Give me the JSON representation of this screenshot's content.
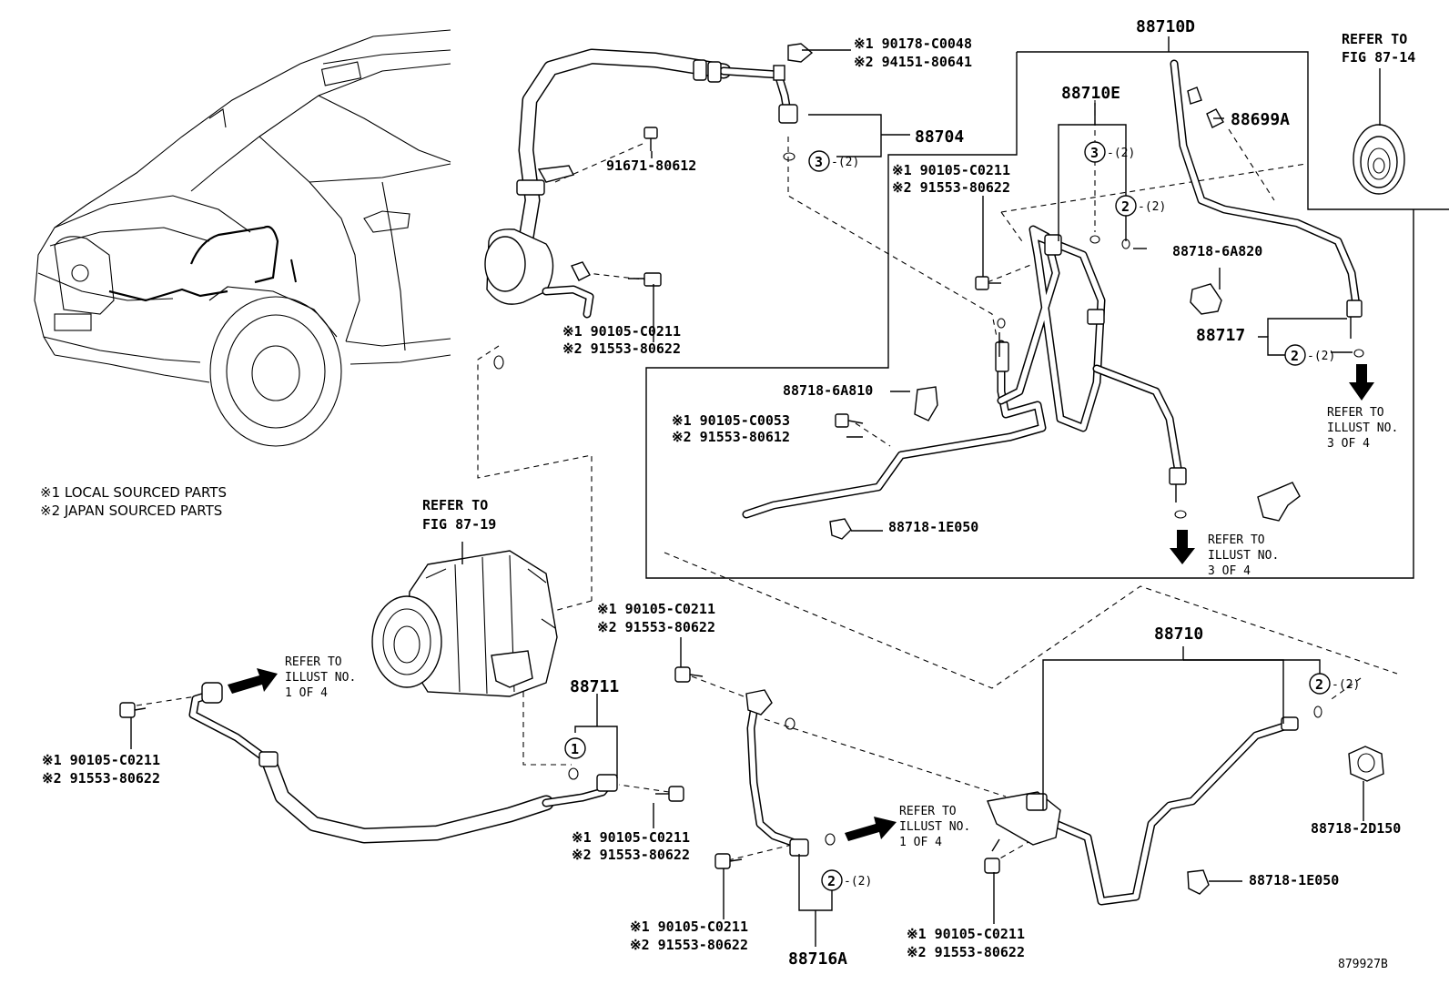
{
  "notes": {
    "local": "※1 LOCAL SOURCED PARTS",
    "japan": "※2 JAPAN SOURCED PARTS"
  },
  "drawing_number": "879927B",
  "callouts": {
    "c88710D": "88710D",
    "c88710E": "88710E",
    "c88699A": "88699A",
    "c88704": "88704",
    "c91671": "91671-80612",
    "c6A820": "88718-6A820",
    "c88717": "88717",
    "c6A810": "88718-6A810",
    "c1E050a": "88718-1E050",
    "c88711": "88711",
    "c88710": "88710",
    "c88716A": "88716A",
    "c2D150": "88718-2D150",
    "c1E050b": "88718-1E050"
  },
  "part_pairs": {
    "p_top": {
      "l1": "※1 90178-C0048",
      "l2": "※2 94151-80641"
    },
    "p_receiver": {
      "l1": "※1 90105-C0211",
      "l2": "※2 91553-80622"
    },
    "p_mid": {
      "l1": "※1 90105-C0211",
      "l2": "※2 91553-80622"
    },
    "p_c0053": {
      "l1": "※1 90105-C0053",
      "l2": "※2 91553-80612"
    },
    "p_comp": {
      "l1": "※1 90105-C0211",
      "l2": "※2 91553-80622"
    },
    "p_left": {
      "l1": "※1 90105-C0211",
      "l2": "※2 91553-80622"
    },
    "p_88711": {
      "l1": "※1 90105-C0211",
      "l2": "※2 91553-80622"
    },
    "p_88716": {
      "l1": "※1 90105-C0211",
      "l2": "※2 91553-80622"
    },
    "p_88710": {
      "l1": "※1 90105-C0211",
      "l2": "※2 91553-80622"
    }
  },
  "refer_notes": {
    "fig87_14": {
      "l1": "REFER TO",
      "l2": "FIG 87-14"
    },
    "fig87_19": {
      "l1": "REFER TO",
      "l2": "FIG 87-19"
    },
    "illust3a": {
      "l1": "REFER TO",
      "l2": "ILLUST NO.",
      "l3": "3 OF 4"
    },
    "illust3b": {
      "l1": "REFER TO",
      "l2": "ILLUST NO.",
      "l3": "3 OF 4"
    },
    "illust1a": {
      "l1": "REFER TO",
      "l2": "ILLUST NO.",
      "l3": "1 OF 4"
    },
    "illust1b": {
      "l1": "REFER TO",
      "l2": "ILLUST NO.",
      "l3": "1 OF 4"
    }
  },
  "orings": {
    "n1": "1",
    "n2": "2",
    "n3": "3",
    "qty2": "-(2)"
  }
}
